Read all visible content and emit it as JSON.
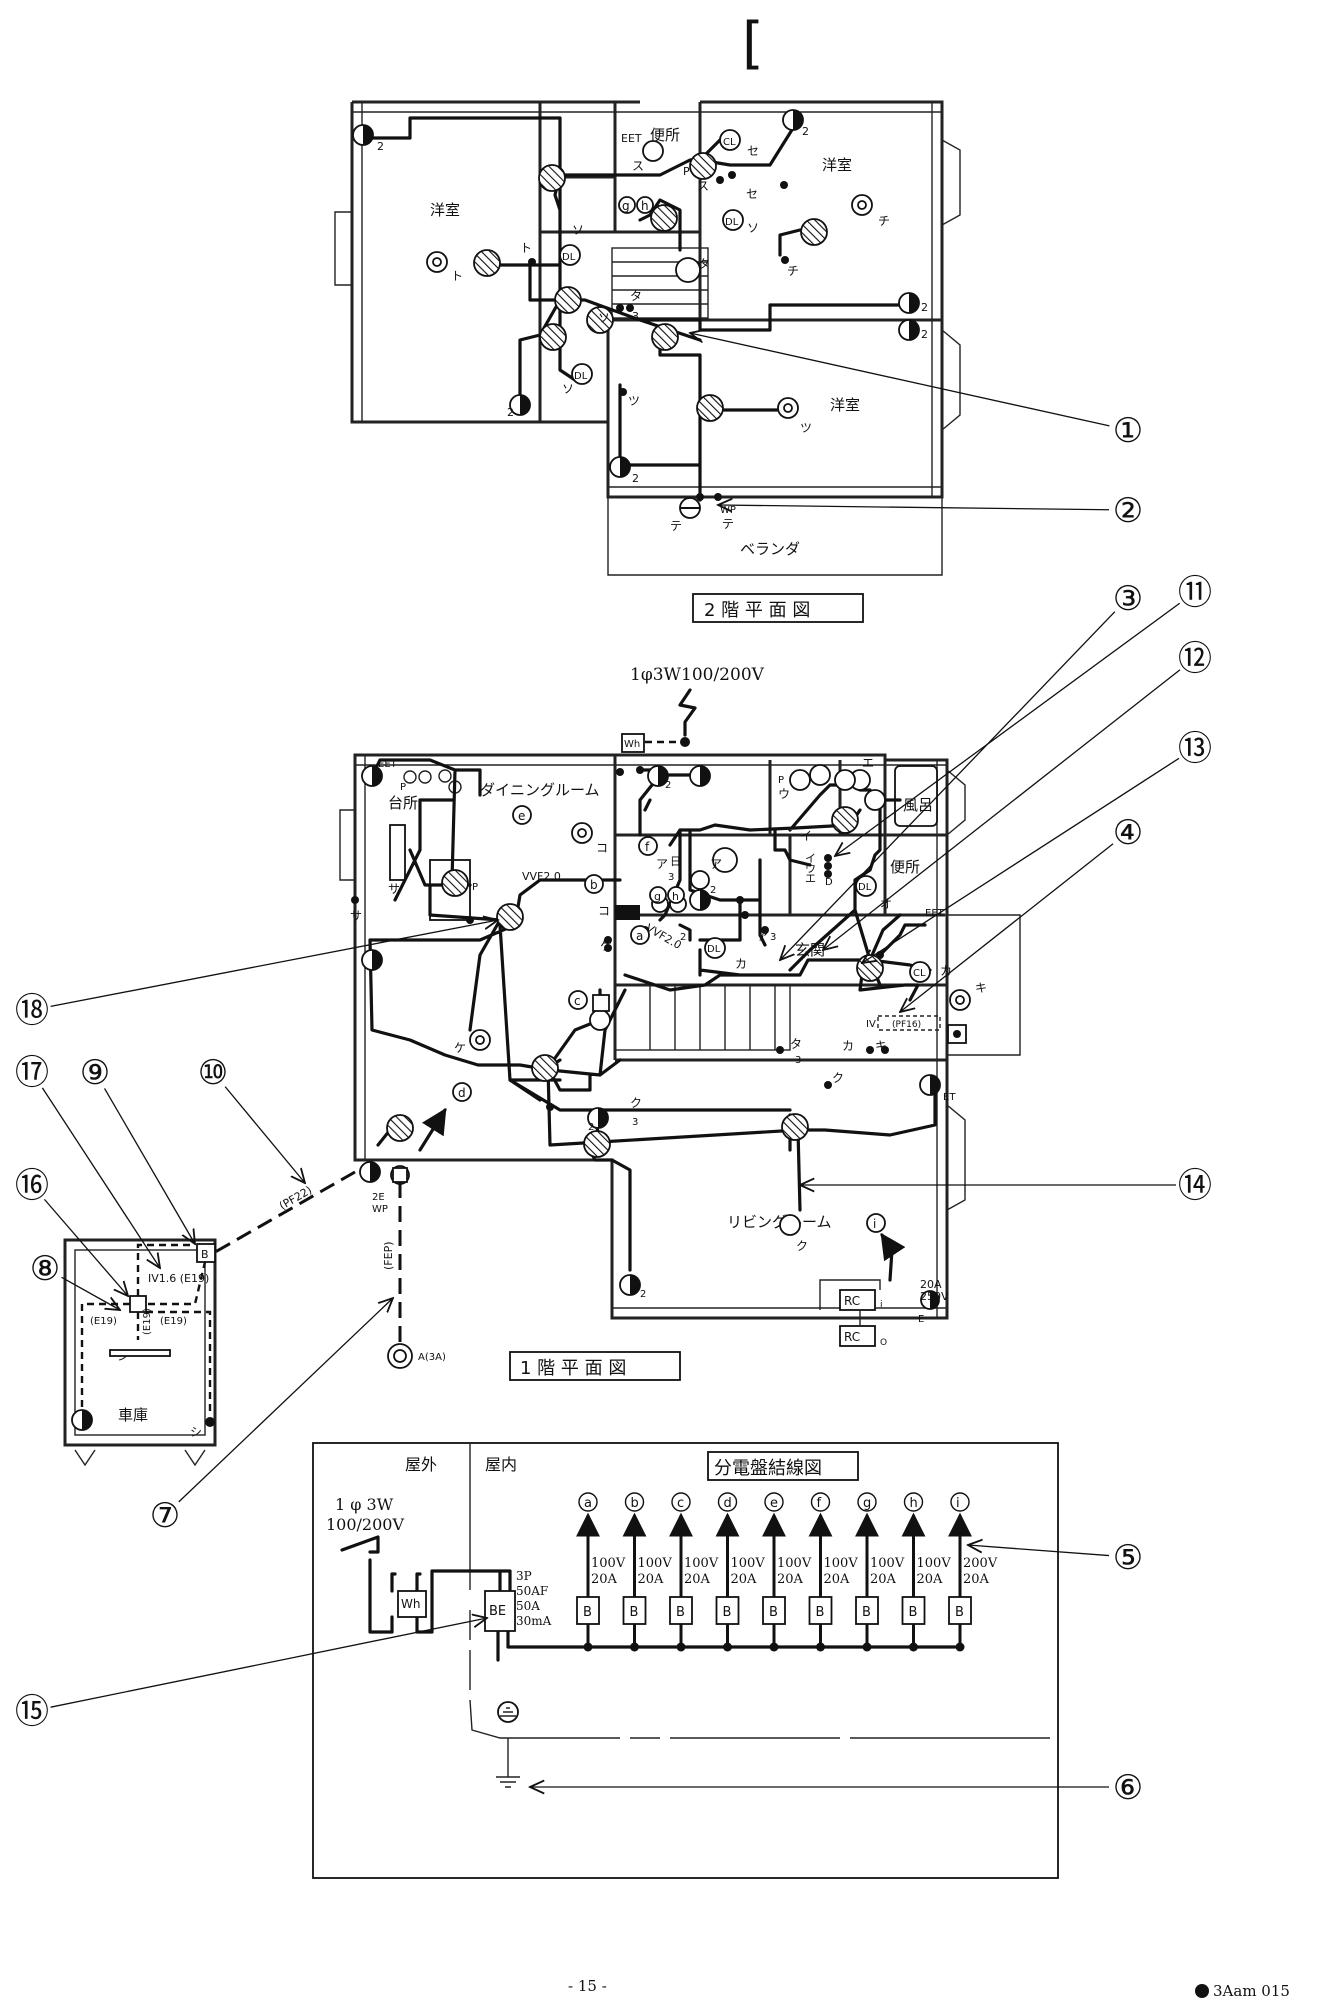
{
  "header": {
    "answer_bracket": "["
  },
  "floor2": {
    "title": "2 階 平 面 図",
    "rooms": {
      "west": "洋室",
      "north_east": "洋室",
      "south_east": "洋室",
      "toilet": "便所",
      "veranda": "ベランダ"
    },
    "marks": {
      "eet": "EET",
      "wp": "WP",
      "cl": "CL",
      "dl": "DL",
      "ta": "タ",
      "te": "テ",
      "to": "ト",
      "so": "ソ",
      "su": "ス",
      "se": "セ",
      "chi": "チ",
      "tsu": "ツ",
      "g": "g",
      "h": "h",
      "p": "P",
      "two": "2",
      "three": "3"
    }
  },
  "floor1": {
    "title": "1 階 平 面 図",
    "supply": "1φ3W100/200V",
    "wh": "Wh",
    "rooms": {
      "kitchen": "台所",
      "dining": "ダイニングルーム",
      "bath": "風呂",
      "toilet": "便所",
      "entrance": "玄関",
      "living": "リビングルーム",
      "garage": "車庫"
    },
    "cables": {
      "vvf_a": "VVF2.0",
      "vvf_b": "VVF2.0",
      "pf16": "(PF16)",
      "pf22": "(PF22)",
      "fep": "(FEP)",
      "iv": "IV",
      "iv16": "IV1.6 (E19)",
      "e19_a": "(E19)",
      "e19_b": "(E19)",
      "e19_c": "(E19)"
    },
    "marks": {
      "eet": "EET",
      "et": "ET",
      "wp2e": "2E",
      "wp": "WP",
      "a3a": "A(3A)",
      "rc": "RC",
      "rc_i": "i",
      "rc_o": "O",
      "e": "E",
      "v20a": "20A",
      "v250": "250V",
      "dl": "DL",
      "cl": "CL",
      "b": "B",
      "a": "ア",
      "i": "イ",
      "u": "ウ",
      "e_k": "エ",
      "o": "オ",
      "ka": "カ",
      "ki": "キ",
      "ku": "ク",
      "ke": "ケ",
      "ko": "コ",
      "sa": "サ",
      "shi": "シ",
      "ta": "タ",
      "d": "D",
      "p": "P",
      "two": "2",
      "three": "3",
      "moon": "日"
    },
    "circuit_labels": [
      "a",
      "b",
      "c",
      "d",
      "e",
      "f",
      "g",
      "h",
      "i"
    ]
  },
  "panel": {
    "title": "分電盤結線図",
    "outdoor": "屋外",
    "indoor": "屋内",
    "supply_line1": "1 φ 3W",
    "supply_line2": "100/200V",
    "wh": "Wh",
    "be": "BE",
    "be_spec": [
      "3P",
      "50AF",
      "50A",
      "30mA"
    ],
    "breaker_label": "B",
    "circuits": [
      {
        "id": "a",
        "v": "100V",
        "a": "20A"
      },
      {
        "id": "b",
        "v": "100V",
        "a": "20A"
      },
      {
        "id": "c",
        "v": "100V",
        "a": "20A"
      },
      {
        "id": "d",
        "v": "100V",
        "a": "20A"
      },
      {
        "id": "e",
        "v": "100V",
        "a": "20A"
      },
      {
        "id": "f",
        "v": "100V",
        "a": "20A"
      },
      {
        "id": "g",
        "v": "100V",
        "a": "20A"
      },
      {
        "id": "h",
        "v": "100V",
        "a": "20A"
      },
      {
        "id": "i",
        "v": "200V",
        "a": "20A"
      }
    ]
  },
  "callouts": [
    "①",
    "②",
    "③",
    "④",
    "⑤",
    "⑥",
    "⑦",
    "⑧",
    "⑨",
    "⑩",
    "⑪",
    "⑫",
    "⑬",
    "⑭",
    "⑮",
    "⑯",
    "⑰",
    "⑱"
  ],
  "footer": {
    "page": "- 15 -",
    "code": "3Aam 015"
  }
}
